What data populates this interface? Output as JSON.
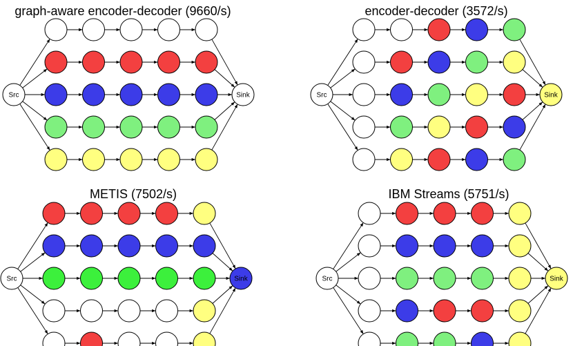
{
  "colors": {
    "white": "#ffffff",
    "red": "#f34040",
    "blue": "#3c3ce8",
    "green": "#7ff07f",
    "bright_green": "#3cf03c",
    "yellow": "#ffff80",
    "edge": "#000000"
  },
  "panels": [
    {
      "title": "graph-aware encoder-decoder (9660/s)",
      "src_label": "Src",
      "sink_label": "Sink",
      "sink_color": "white",
      "chains": [
        [
          "white",
          "white",
          "white",
          "white",
          "white"
        ],
        [
          "red",
          "red",
          "red",
          "red",
          "red"
        ],
        [
          "blue",
          "blue",
          "blue",
          "blue",
          "blue"
        ],
        [
          "green",
          "green",
          "green",
          "green",
          "green"
        ],
        [
          "yellow",
          "yellow",
          "yellow",
          "yellow",
          "yellow"
        ]
      ]
    },
    {
      "title": "encoder-decoder (3572/s)",
      "src_label": "Src",
      "sink_label": "Sink",
      "sink_color": "yellow",
      "chains": [
        [
          "white",
          "white",
          "red",
          "blue",
          "green"
        ],
        [
          "white",
          "red",
          "blue",
          "green",
          "yellow"
        ],
        [
          "white",
          "blue",
          "green",
          "yellow",
          "red"
        ],
        [
          "white",
          "green",
          "yellow",
          "red",
          "blue"
        ],
        [
          "white",
          "yellow",
          "red",
          "blue",
          "green"
        ]
      ]
    },
    {
      "title": "METIS (7502/s)",
      "src_label": "Src",
      "sink_label": "Sink",
      "sink_color": "blue",
      "chains": [
        [
          "red",
          "red",
          "red",
          "red",
          "yellow"
        ],
        [
          "blue",
          "blue",
          "blue",
          "blue",
          "blue"
        ],
        [
          "bright_green",
          "bright_green",
          "bright_green",
          "bright_green",
          "bright_green"
        ],
        [
          "white",
          "white",
          "white",
          "white",
          "yellow"
        ],
        [
          "white",
          "red",
          "white",
          "white",
          "yellow"
        ]
      ]
    },
    {
      "title": "IBM Streams (5751/s)",
      "src_label": "Src",
      "sink_label": "Sink",
      "sink_color": "yellow",
      "chains": [
        [
          "white",
          "red",
          "red",
          "red",
          "yellow"
        ],
        [
          "white",
          "blue",
          "blue",
          "blue",
          "yellow"
        ],
        [
          "white",
          "green",
          "green",
          "green",
          "yellow"
        ],
        [
          "white",
          "blue",
          "red",
          "red",
          "yellow"
        ],
        [
          "white",
          "green",
          "green",
          "blue",
          "yellow"
        ]
      ]
    }
  ]
}
